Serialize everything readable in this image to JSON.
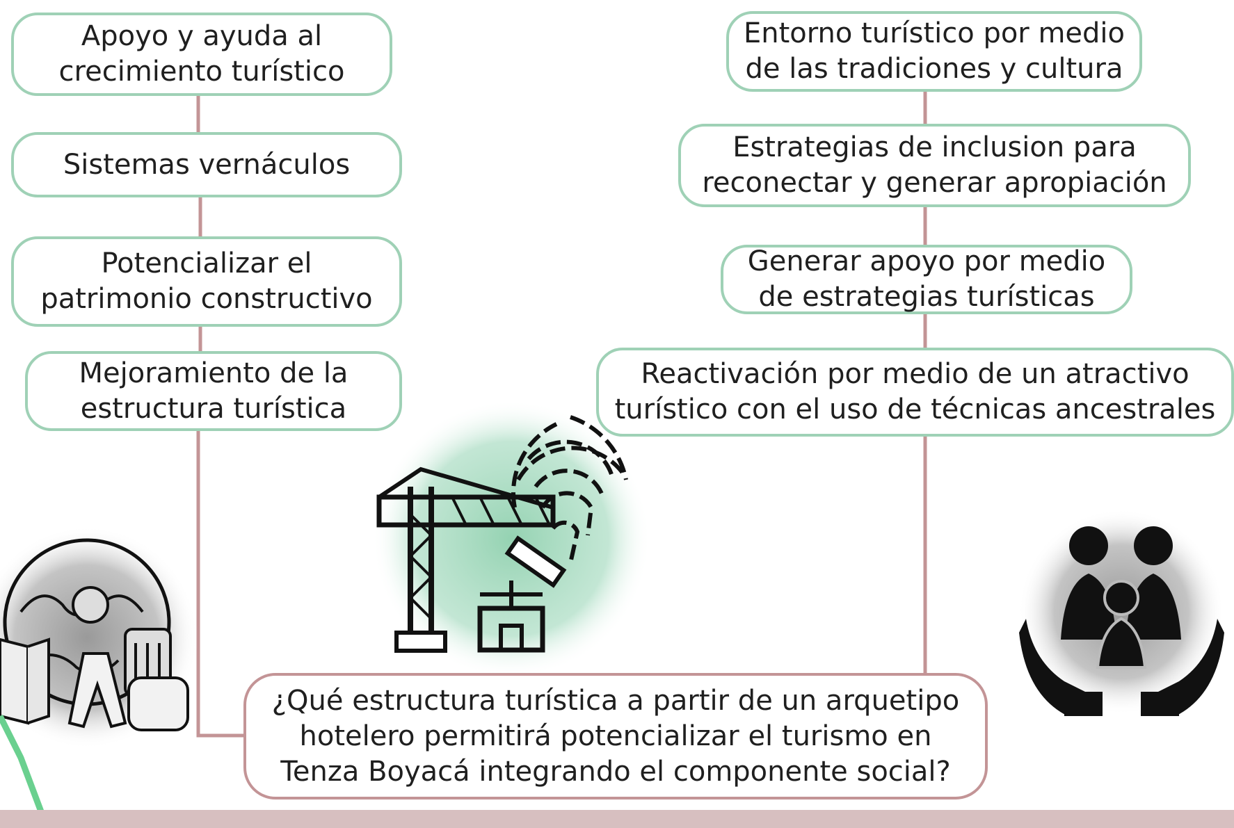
{
  "colors": {
    "node_border": "#9fd1b6",
    "center_border": "#c39496",
    "connector": "#c39496",
    "bottom_band": "#d7bfc0",
    "icon_green_bg": "#8fd0ae",
    "icon_grey_bg": "#b8b8b8"
  },
  "left_branch": [
    {
      "id": "l1",
      "text": "Apoyo y ayuda al\ncrecimiento turístico"
    },
    {
      "id": "l2",
      "text": "Sistemas vernáculos"
    },
    {
      "id": "l3",
      "text": "Potencializar el\npatrimonio constructivo"
    },
    {
      "id": "l4",
      "text": "Mejoramiento de la\nestructura turística"
    }
  ],
  "right_branch": [
    {
      "id": "r1",
      "text": "Entorno turístico por medio\nde las tradiciones y cultura"
    },
    {
      "id": "r2",
      "text": "Estrategias de inclusion para\nreconectar y generar apropiación"
    },
    {
      "id": "r3",
      "text": "Generar apoyo por medio\nde estrategias turísticas"
    },
    {
      "id": "r4",
      "text": "Reactivación por medio de un atractivo\nturístico con el uso de técnicas ancestrales"
    }
  ],
  "center": {
    "text": "¿Qué estructura turística a partir de un arquetipo\nhotelero permitirá potencializar el turismo en\nTenza Boyacá integrando el componente social?"
  },
  "icons": [
    "globe-travel-icon",
    "crane-fingerprint-icon",
    "family-care-icon"
  ]
}
